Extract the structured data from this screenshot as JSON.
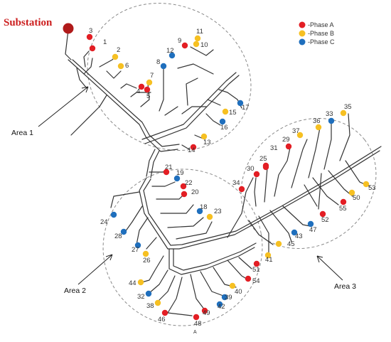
{
  "title": "Substation",
  "colors": {
    "phase_a": "#e31e24",
    "phase_b": "#f6c022",
    "phase_c": "#1f6fbd",
    "substation": "#b01a1a"
  },
  "legend": [
    {
      "label": "-Phase A",
      "color": "#e31e24"
    },
    {
      "label": "-Phase B",
      "color": "#f6c022"
    },
    {
      "label": "-Phase C",
      "color": "#1f6fbd"
    }
  ],
  "areas": [
    {
      "label": "Area 1"
    },
    {
      "label": "Area 2"
    },
    {
      "label": "Area 3"
    }
  ],
  "nodes": [
    {
      "id": "1",
      "phase": "A"
    },
    {
      "id": "2",
      "phase": "B"
    },
    {
      "id": "3",
      "phase": "A"
    },
    {
      "id": "4",
      "phase": "A"
    },
    {
      "id": "5",
      "phase": "A"
    },
    {
      "id": "6",
      "phase": "B"
    },
    {
      "id": "7",
      "phase": "B"
    },
    {
      "id": "8",
      "phase": "C"
    },
    {
      "id": "9",
      "phase": "A"
    },
    {
      "id": "10",
      "phase": "B"
    },
    {
      "id": "11",
      "phase": "B"
    },
    {
      "id": "12",
      "phase": "C"
    },
    {
      "id": "13",
      "phase": "B"
    },
    {
      "id": "14",
      "phase": "A"
    },
    {
      "id": "15",
      "phase": "B"
    },
    {
      "id": "16",
      "phase": "C"
    },
    {
      "id": "17",
      "phase": "C"
    },
    {
      "id": "18",
      "phase": "C"
    },
    {
      "id": "19",
      "phase": "C"
    },
    {
      "id": "20",
      "phase": "A"
    },
    {
      "id": "21",
      "phase": "A"
    },
    {
      "id": "22",
      "phase": "A"
    },
    {
      "id": "23",
      "phase": "B"
    },
    {
      "id": "24",
      "phase": "C"
    },
    {
      "id": "25",
      "phase": "A"
    },
    {
      "id": "26",
      "phase": "B"
    },
    {
      "id": "27",
      "phase": "C"
    },
    {
      "id": "28",
      "phase": "C"
    },
    {
      "id": "29",
      "phase": "A"
    },
    {
      "id": "30",
      "phase": "A"
    },
    {
      "id": "31",
      "phase": "A"
    },
    {
      "id": "32",
      "phase": "C"
    },
    {
      "id": "33",
      "phase": "C"
    },
    {
      "id": "34",
      "phase": "A"
    },
    {
      "id": "35",
      "phase": "B"
    },
    {
      "id": "36",
      "phase": "B"
    },
    {
      "id": "37",
      "phase": "B"
    },
    {
      "id": "38",
      "phase": "B"
    },
    {
      "id": "39",
      "phase": "C"
    },
    {
      "id": "40",
      "phase": "B"
    },
    {
      "id": "41",
      "phase": "B"
    },
    {
      "id": "42",
      "phase": "C"
    },
    {
      "id": "43",
      "phase": "C"
    },
    {
      "id": "44",
      "phase": "B"
    },
    {
      "id": "45",
      "phase": "B"
    },
    {
      "id": "46",
      "phase": "A"
    },
    {
      "id": "47",
      "phase": "C"
    },
    {
      "id": "48",
      "phase": "A"
    },
    {
      "id": "49",
      "phase": "A"
    },
    {
      "id": "50",
      "phase": "B"
    },
    {
      "id": "51",
      "phase": "A"
    },
    {
      "id": "52",
      "phase": "A"
    },
    {
      "id": "53",
      "phase": "B"
    },
    {
      "id": "54",
      "phase": "A"
    },
    {
      "id": "55",
      "phase": "A"
    }
  ],
  "footnote": "A"
}
